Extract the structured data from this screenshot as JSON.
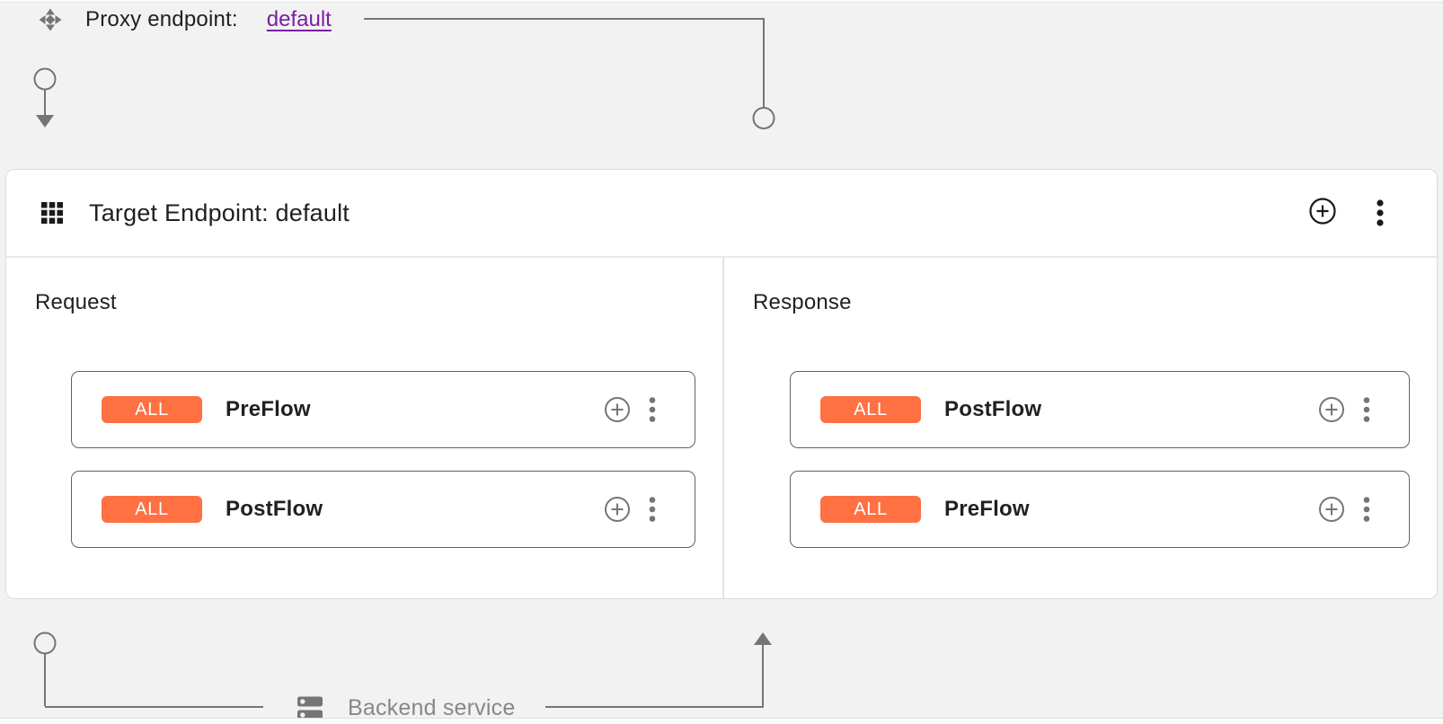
{
  "proxy": {
    "label": "Proxy endpoint:",
    "link_label": "default"
  },
  "target": {
    "title": "Target Endpoint: default"
  },
  "request_panel": {
    "label": "Request",
    "flows": [
      {
        "condition": "ALL",
        "name": "PreFlow"
      },
      {
        "condition": "ALL",
        "name": "PostFlow"
      }
    ]
  },
  "response_panel": {
    "label": "Response",
    "flows": [
      {
        "condition": "ALL",
        "name": "PostFlow"
      },
      {
        "condition": "ALL",
        "name": "PreFlow"
      }
    ]
  },
  "backend": {
    "label": "Backend service"
  },
  "icons": {
    "proxy_endpoint": "proxy-endpoint-diamond-icon",
    "target_endpoint": "apps-grid-icon",
    "add": "circled-plus-icon",
    "more": "kebab-menu-icon",
    "backend": "dns-server-icon"
  },
  "colors": {
    "condition_badge": "#ff7043",
    "link": "#7b1fa2",
    "connector": "#757575",
    "background": "#f2f2f2",
    "muted_text": "#85888b"
  }
}
